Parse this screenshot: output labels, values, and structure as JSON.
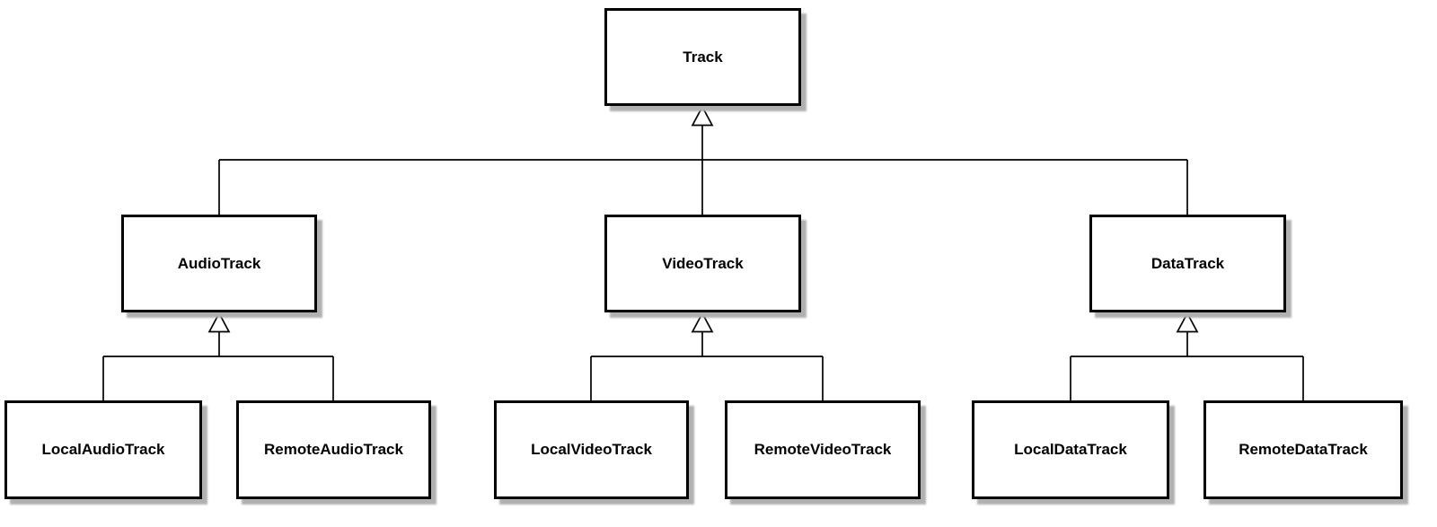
{
  "diagram": {
    "kind": "uml-class-hierarchy",
    "nodes": {
      "track": {
        "label": "Track"
      },
      "audio": {
        "label": "AudioTrack"
      },
      "video": {
        "label": "VideoTrack"
      },
      "data": {
        "label": "DataTrack"
      },
      "local_audio": {
        "label": "LocalAudioTrack"
      },
      "remote_audio": {
        "label": "RemoteAudioTrack"
      },
      "local_video": {
        "label": "LocalVideoTrack"
      },
      "remote_video": {
        "label": "RemoteVideoTrack"
      },
      "local_data": {
        "label": "LocalDataTrack"
      },
      "remote_data": {
        "label": "RemoteDataTrack"
      }
    },
    "edges": [
      {
        "child": "AudioTrack",
        "parent": "Track",
        "type": "generalization"
      },
      {
        "child": "VideoTrack",
        "parent": "Track",
        "type": "generalization"
      },
      {
        "child": "DataTrack",
        "parent": "Track",
        "type": "generalization"
      },
      {
        "child": "LocalAudioTrack",
        "parent": "AudioTrack",
        "type": "generalization"
      },
      {
        "child": "RemoteAudioTrack",
        "parent": "AudioTrack",
        "type": "generalization"
      },
      {
        "child": "LocalVideoTrack",
        "parent": "VideoTrack",
        "type": "generalization"
      },
      {
        "child": "RemoteVideoTrack",
        "parent": "VideoTrack",
        "type": "generalization"
      },
      {
        "child": "LocalDataTrack",
        "parent": "DataTrack",
        "type": "generalization"
      },
      {
        "child": "RemoteDataTrack",
        "parent": "DataTrack",
        "type": "generalization"
      }
    ],
    "colors": {
      "background": "#ffffff",
      "box_fill": "#ffffff",
      "box_border": "#000000",
      "connector": "#000000",
      "shadow": "#b0b0b0"
    }
  }
}
